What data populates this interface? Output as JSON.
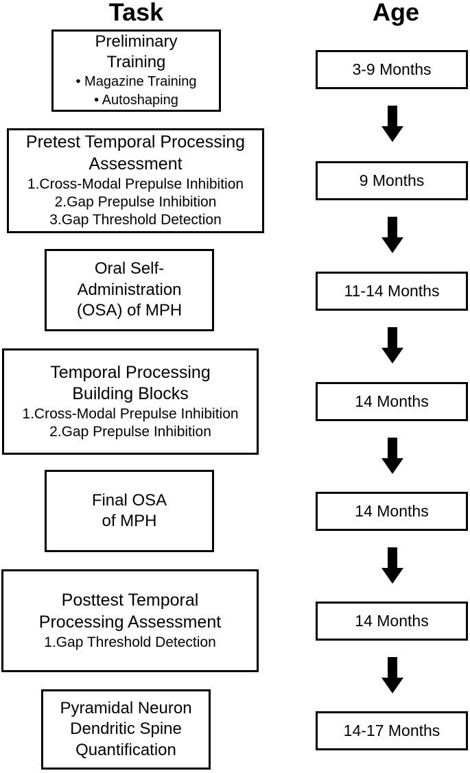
{
  "page": {
    "background": "#ffffff",
    "text_color": "#000000",
    "border_color": "#000000"
  },
  "headers": {
    "task": "Task",
    "age": "Age"
  },
  "tasks": [
    {
      "title": "Preliminary\nTraining",
      "items": [
        "• Magazine Training",
        "• Autoshaping"
      ]
    },
    {
      "title": "Pretest Temporal Processing\nAssessment",
      "items": [
        "1.Cross-Modal Prepulse Inhibition",
        "2.Gap Prepulse Inhibition",
        "3.Gap Threshold Detection"
      ]
    },
    {
      "title": "Oral Self-\nAdministration\n(OSA) of MPH",
      "items": []
    },
    {
      "title": "Temporal Processing\nBuilding Blocks",
      "items": [
        "1.Cross-Modal Prepulse Inhibition",
        "2.Gap Prepulse Inhibition"
      ]
    },
    {
      "title": "Final OSA\nof MPH",
      "items": []
    },
    {
      "title": "Posttest Temporal\nProcessing Assessment",
      "items": [
        "1.Gap Threshold Detection"
      ]
    },
    {
      "title": "Pyramidal Neuron\nDendritic Spine\nQuantification",
      "items": []
    }
  ],
  "ages": [
    "3-9 Months",
    "9 Months",
    "11-14 Months",
    "14 Months",
    "14 Months",
    "14 Months",
    "14-17 Months"
  ],
  "icons": {
    "down_arrow": "down-arrow-icon"
  }
}
